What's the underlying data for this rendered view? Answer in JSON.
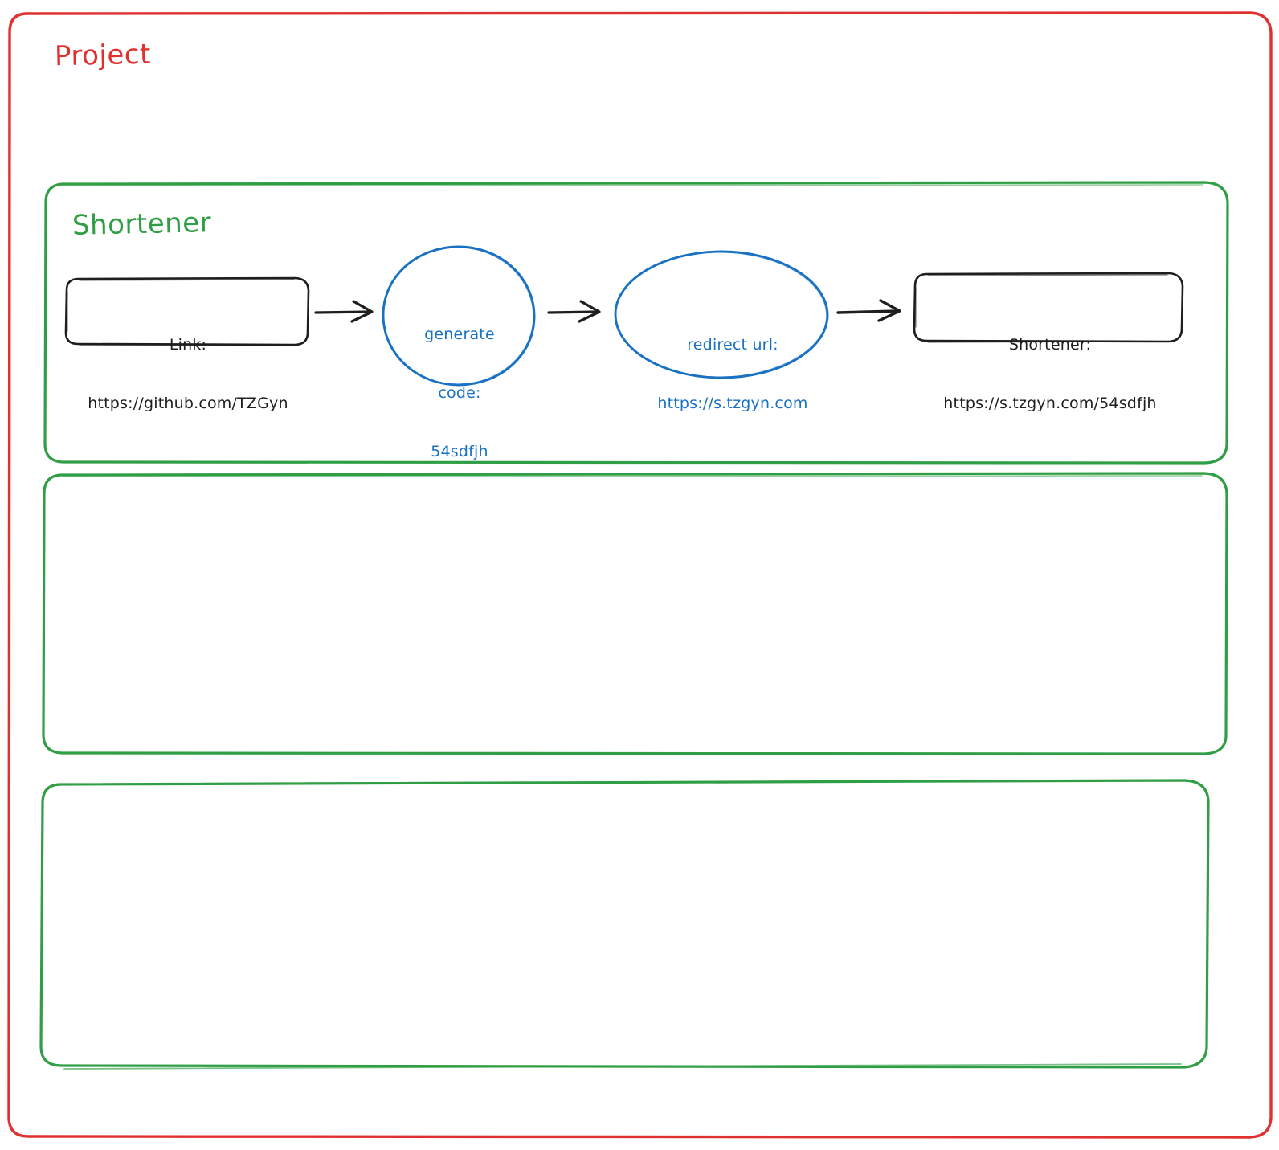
{
  "frames": [
    {
      "id": "project",
      "name": "project-frame",
      "title": "Project",
      "color": "#e03131"
    },
    {
      "id": "shortener",
      "name": "shortener-frame",
      "title": "Shortener",
      "color": "#2f9e44"
    },
    {
      "id": "frame-2",
      "name": "empty-frame-2",
      "title": "",
      "color": "#2f9e44"
    },
    {
      "id": "frame-3",
      "name": "empty-frame-3",
      "title": "",
      "color": "#2f9e44"
    }
  ],
  "diagram": {
    "nodes": [
      {
        "id": "link",
        "shape": "rounded-rectangle",
        "stroke": "#1e1e1e",
        "lines": [
          "Link:",
          "https://github.com/TZGyn"
        ]
      },
      {
        "id": "generate",
        "shape": "ellipse",
        "stroke": "#1971c2",
        "lines": [
          "generate",
          "code:",
          "54sdfjh"
        ]
      },
      {
        "id": "redirect",
        "shape": "ellipse",
        "stroke": "#1971c2",
        "lines": [
          "redirect url:",
          "https://s.tzgyn.com"
        ]
      },
      {
        "id": "shortener",
        "shape": "rounded-rectangle",
        "stroke": "#1e1e1e",
        "lines": [
          "Shortener:",
          "https://s.tzgyn.com/54sdfjh"
        ]
      }
    ],
    "arrows": [
      {
        "id": "arrow-link-to-generate",
        "from": "link",
        "to": "generate",
        "stroke": "#1e1e1e"
      },
      {
        "id": "arrow-generate-to-redirect",
        "from": "generate",
        "to": "redirect",
        "stroke": "#1e1e1e"
      },
      {
        "id": "arrow-redirect-to-shortener",
        "from": "redirect",
        "to": "shortener",
        "stroke": "#1e1e1e"
      }
    ]
  },
  "text": {
    "project_title": "Project",
    "shortener_title": "Shortener",
    "link_node_line1": "Link:",
    "link_node_line2": "https://github.com/TZGyn",
    "generate_node_line1": "generate",
    "generate_node_line2": "code:",
    "generate_node_line3": "54sdfjh",
    "redirect_node_line1": "redirect url:",
    "redirect_node_line2": "https://s.tzgyn.com",
    "shortener_node_line1": "Shortener:",
    "shortener_node_line2": "https://s.tzgyn.com/54sdfjh"
  },
  "colors": {
    "red": "#e03131",
    "green": "#2f9e44",
    "blue": "#1971c2",
    "black": "#1e1e1e",
    "background": "#ffffff"
  }
}
